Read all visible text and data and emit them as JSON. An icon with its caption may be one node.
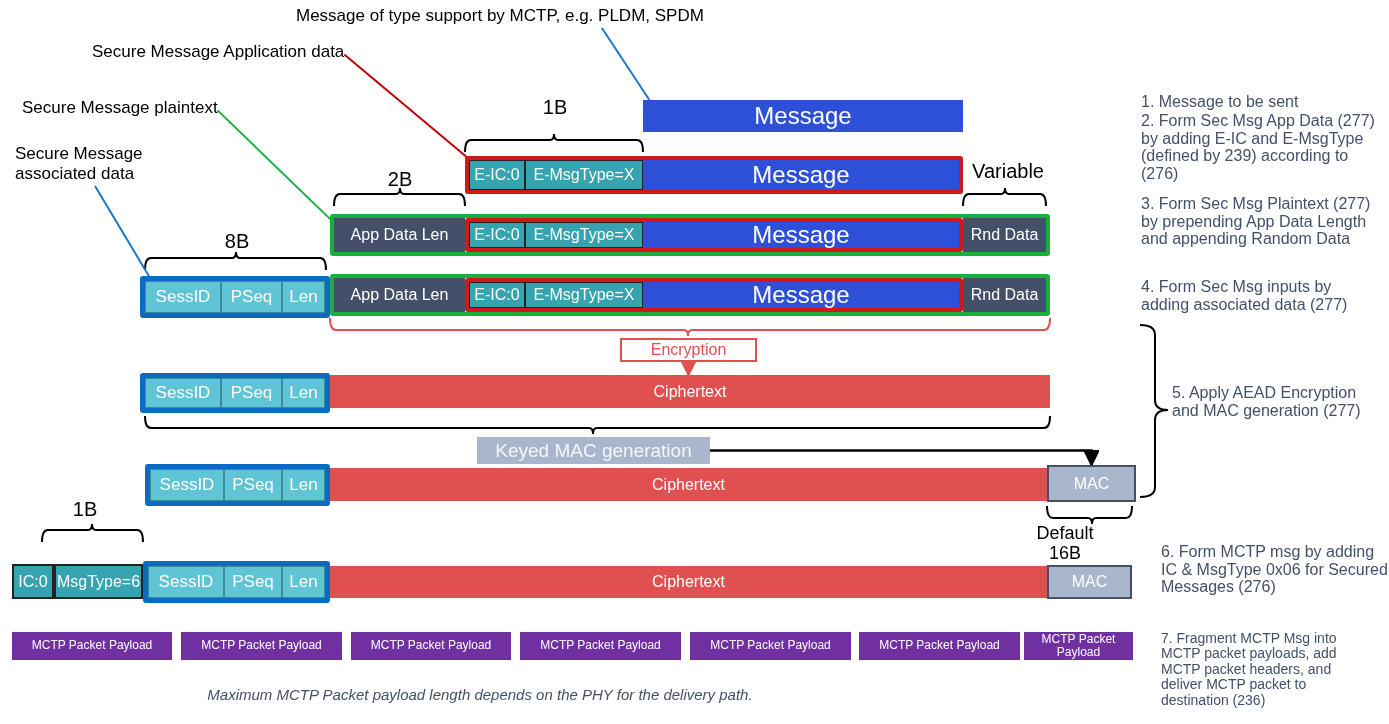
{
  "diagram": {
    "caption": "Maximum MCTP Packet payload length depends on the PHY for the delivery path.",
    "nodes": [
      {
        "text": [
          "Message of type support by MCTP, e.g. PLDM, SPDM"
        ]
      },
      {
        "text": [
          "Secure Message Application data"
        ]
      },
      {
        "text": [
          "Secure Message plaintext"
        ]
      },
      {
        "text": [
          "Secure Message associated data"
        ]
      },
      {
        "text": [
          "Message"
        ]
      },
      {
        "text": [],
        "shape": "box"
      },
      {
        "text": [
          "E-IC:0"
        ],
        "in": 5
      },
      {
        "text": [
          "E-MsgType=X"
        ],
        "in": 5
      },
      {
        "text": [
          "Message"
        ],
        "in": 5
      },
      {
        "text": [],
        "shape": "box"
      },
      {
        "text": [
          "App Data Len"
        ],
        "in": 9
      },
      {
        "text": [],
        "shape": "box",
        "in": 9
      },
      {
        "text": [
          "E-IC:0"
        ],
        "in": 11
      },
      {
        "text": [
          "E-MsgType=X"
        ],
        "in": 11
      },
      {
        "text": [
          "Message"
        ],
        "in": 11
      },
      {
        "text": [
          "Rnd Data"
        ],
        "in": 9
      },
      {
        "text": [],
        "shape": "box"
      },
      {
        "text": [
          "SessID"
        ],
        "in": 16
      },
      {
        "text": [
          "PSeq"
        ],
        "in": 16
      },
      {
        "text": [
          "Len"
        ],
        "in": 16
      },
      {
        "text": [],
        "shape": "box"
      },
      {
        "text": [
          "App Data Len"
        ],
        "in": 20
      },
      {
        "text": [],
        "shape": "box",
        "in": 20
      },
      {
        "text": [
          "E-IC:0"
        ],
        "in": 22
      },
      {
        "text": [
          "E-MsgType=X"
        ],
        "in": 22
      },
      {
        "text": [
          "Message"
        ],
        "in": 22
      },
      {
        "text": [
          "Rnd Data"
        ],
        "in": 20
      },
      {
        "text": [
          "Encryption"
        ]
      },
      {
        "text": [],
        "shape": "box"
      },
      {
        "text": [
          "SessID"
        ],
        "in": 28
      },
      {
        "text": [
          "PSeq"
        ],
        "in": 28
      },
      {
        "text": [
          "Len"
        ],
        "in": 28
      },
      {
        "text": [
          "Ciphertext"
        ]
      },
      {
        "text": [
          "Keyed MAC generation"
        ]
      },
      {
        "text": [],
        "shape": "box"
      },
      {
        "text": [
          "SessID"
        ],
        "in": 34
      },
      {
        "text": [
          "PSeq"
        ],
        "in": 34
      },
      {
        "text": [
          "Len"
        ],
        "in": 34
      },
      {
        "text": [
          "Ciphertext"
        ]
      },
      {
        "text": [
          "MAC"
        ]
      },
      {
        "text": [
          "IC:0"
        ]
      },
      {
        "text": [
          "MsgType=6"
        ]
      },
      {
        "text": [],
        "shape": "box"
      },
      {
        "text": [
          "SessID"
        ],
        "in": 42
      },
      {
        "text": [
          "PSeq"
        ],
        "in": 42
      },
      {
        "text": [
          "Len"
        ],
        "in": 42
      },
      {
        "text": [
          "Ciphertext"
        ]
      },
      {
        "text": [
          "MAC"
        ]
      },
      {
        "text": [
          "MCTP Packet Payload"
        ]
      },
      {
        "text": [
          "MCTP Packet Payload"
        ]
      },
      {
        "text": [
          "MCTP Packet Payload"
        ]
      },
      {
        "text": [
          "MCTP Packet Payload"
        ]
      },
      {
        "text": [
          "MCTP Packet Payload"
        ]
      },
      {
        "text": [
          "MCTP Packet Payload"
        ]
      },
      {
        "text": [
          "MCTP Packet Payload"
        ]
      }
    ],
    "edges": [
      {
        "from": 0,
        "to": 4,
        "arrow": "none",
        "color": "#1f77c8"
      },
      {
        "from": 1,
        "to": 5,
        "arrow": "none",
        "color": "#c00000"
      },
      {
        "from": 2,
        "to": 9,
        "arrow": "none",
        "color": "#18b040"
      },
      {
        "from": 3,
        "to": 16,
        "arrow": "none",
        "color": "#1f77c8"
      },
      {
        "from": 27,
        "to": 32,
        "arrow": "to",
        "color": "#e05050"
      },
      {
        "from": 33,
        "to": 39,
        "arrow": "to",
        "color": "#000000"
      }
    ],
    "labels": [
      "1B",
      "2B",
      "Variable",
      "8B",
      "Default 16B",
      "1B",
      "1. Message to be sent",
      "2. Form Sec Msg App Data (277) by adding E-IC and E-MsgType (defined by 239) according to (276)",
      "3. Form Sec Msg Plaintext (277) by prepending App Data Length and appending Random Data",
      "4. Form Sec Msg inputs by adding associated data (277)",
      "5. Apply AEAD Encryption and MAC generation (277)",
      "6. Form MCTP msg by adding IC & MsgType 0x06 for Secured Messages (276)",
      "7. Fragment MCTP Msg into MCTP packet payloads, add MCTP packet headers, and deliver MCTP packet to destination (236)"
    ]
  }
}
